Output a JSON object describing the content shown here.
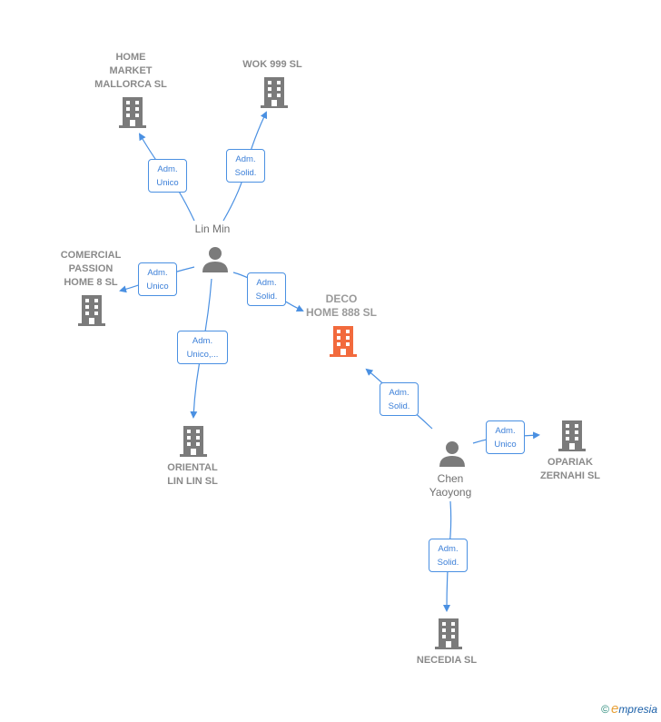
{
  "companies": {
    "home_market": "HOME\nMARKET\nMALLORCA  SL",
    "wok": "WOK 999 SL",
    "comercial": "COMERCIAL\nPASSION\nHOME 8  SL",
    "deco": "DECO\nHOME 888  SL",
    "oriental": "ORIENTAL\nLIN LIN  SL",
    "opariak": "OPARIAK\nZERNAHI  SL",
    "necedia": "NECEDIA  SL"
  },
  "people": {
    "lin_min": "Lin Min",
    "chen": "Chen\nYaoyong"
  },
  "roles": {
    "home_market": "Adm.\nUnico",
    "wok": "Adm.\nSolid.",
    "comercial": "Adm.\nUnico",
    "deco_lin": "Adm.\nSolid.",
    "oriental": "Adm.\nUnico,...",
    "deco_chen": "Adm.\nSolid.",
    "opariak": "Adm.\nUnico",
    "necedia": "Adm.\nSolid."
  },
  "brand": {
    "copyright": "©",
    "e": "e",
    "name": "mpresia"
  },
  "colors": {
    "edge": "#4a90e2",
    "building": "#7b7b7b",
    "building_main": "#f26a3d",
    "person": "#7b7b7b"
  }
}
